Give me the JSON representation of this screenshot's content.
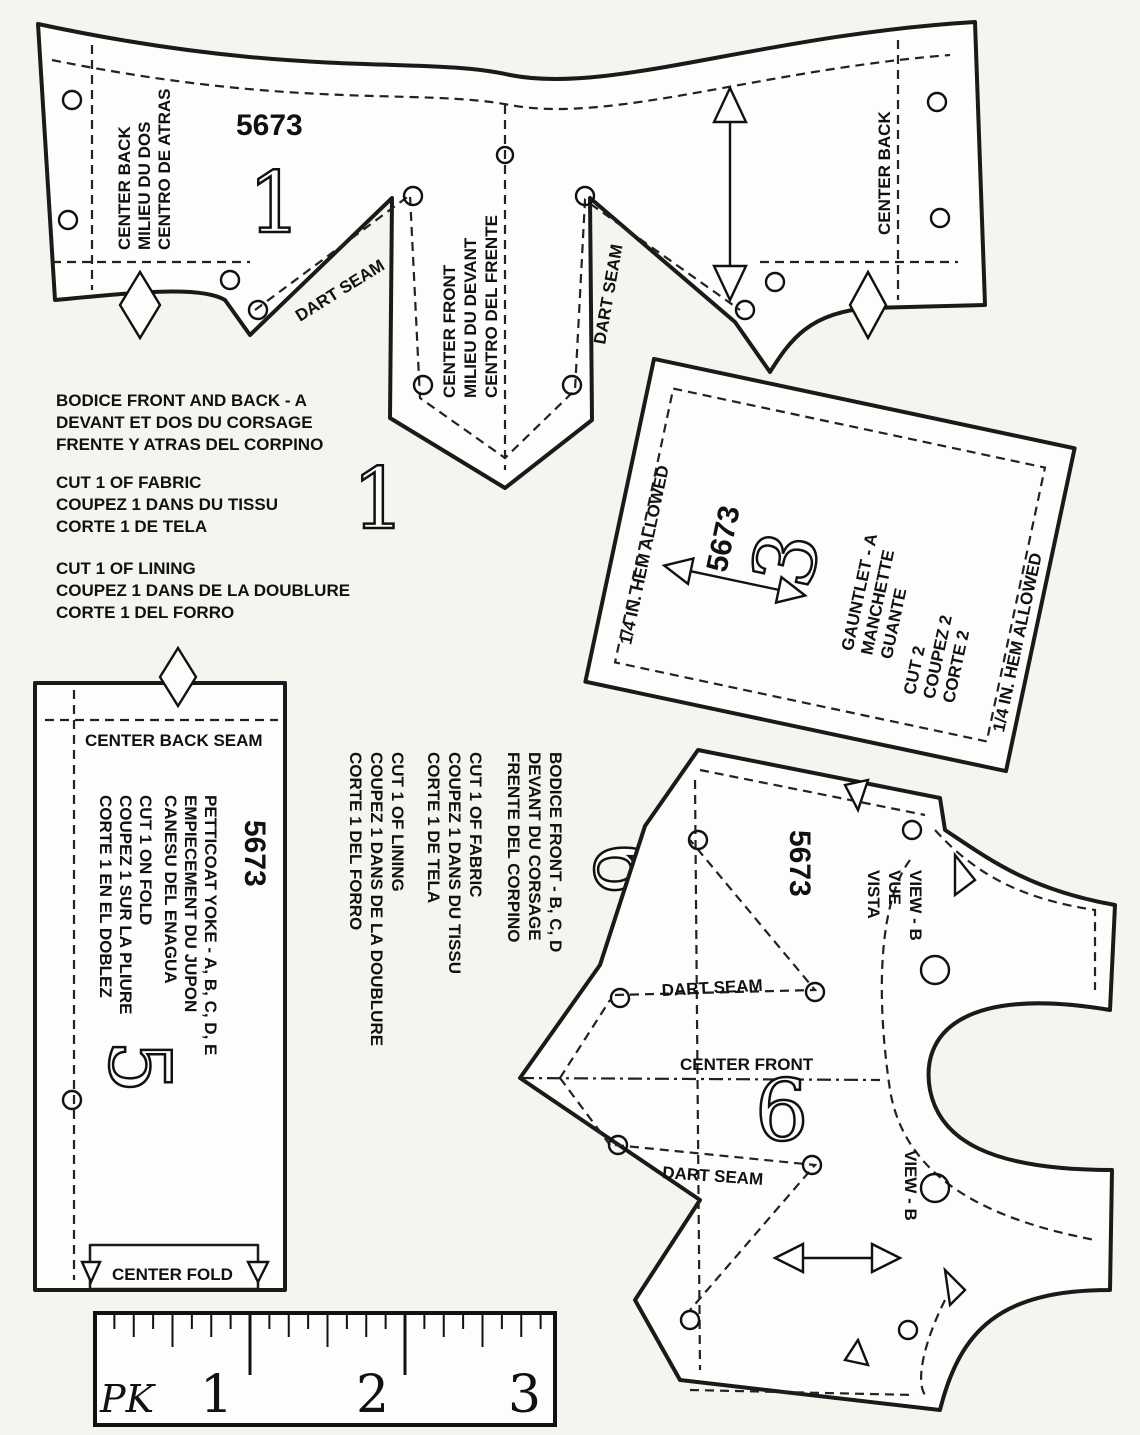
{
  "piece1": {
    "pattern_no": "5673",
    "piece_no": "1",
    "center_back_left": [
      "CENTER BACK",
      "MILIEU DU DOS",
      "CENTRO DE ATRAS"
    ],
    "center_back_right": "CENTER BACK",
    "dart_seam_left": "DART SEAM",
    "dart_seam_right": "DART SEAM",
    "center_front": [
      "CENTER FRONT",
      "MILIEU DU DEVANT",
      "CENTRO DEL FRENTE"
    ],
    "title": [
      "BODICE FRONT AND BACK - A",
      "DEVANT ET DOS DU CORSAGE",
      "FRENTE Y ATRAS DEL CORPINO"
    ],
    "cut_fabric": [
      "CUT 1 OF FABRIC",
      "COUPEZ 1 DANS DU TISSU",
      "CORTE 1 DE TELA"
    ],
    "cut_lining": [
      "CUT 1 OF LINING",
      "COUPEZ 1 DANS DE LA DOUBLURE",
      "CORTE 1 DEL FORRO"
    ],
    "piece_no_outline": "1"
  },
  "piece3": {
    "pattern_no": "5673",
    "piece_no": "3",
    "title": [
      "GAUNTLET - A",
      "MANCHETTE",
      "GUANTE"
    ],
    "cut": [
      "CUT 2",
      "COUPEZ 2",
      "CORTE 2"
    ],
    "hem_left": "1/4 IN. HEM ALLOWED",
    "hem_right": "1/4 IN. HEM ALLOWED"
  },
  "piece5": {
    "pattern_no": "5673",
    "piece_no": "5",
    "center_back_seam": "CENTER BACK SEAM",
    "title": [
      "PETTICOAT YOKE - A, B, C, D, E",
      "EMPIECEMENT DU JUPON",
      "CANESU DEL ENAGUA"
    ],
    "cut": [
      "CUT 1 ON FOLD",
      "COUPEZ 1 SUR LA PLIURE",
      "CORTE 1 EN EL DOBLEZ"
    ],
    "center_fold": "CENTER FOLD"
  },
  "piece6": {
    "pattern_no": "5673",
    "piece_no": "6",
    "piece_no_outline": "6",
    "title": [
      "BODICE FRONT - B, C, D",
      "DEVANT DU CORSAGE",
      "FRENTE DEL CORPINO"
    ],
    "cut_fabric": [
      "CUT 1 OF FABRIC",
      "COUPEZ 1 DANS DU TISSU",
      "CORTE 1 DE TELA"
    ],
    "cut_lining": [
      "CUT 1 OF LINING",
      "COUPEZ 1 DANS DE LA DOUBLURE",
      "CORTE 1 DEL FORRO"
    ],
    "view": [
      "VIEW - B",
      "VUE",
      "VISTA"
    ],
    "view_lower": "VIEW - B",
    "dart_seam_top": "DART SEAM",
    "dart_seam_bottom": "DART SEAM",
    "center_front": "CENTER FRONT"
  },
  "ruler": {
    "label": "PK",
    "marks": [
      "1",
      "2",
      "3"
    ]
  }
}
